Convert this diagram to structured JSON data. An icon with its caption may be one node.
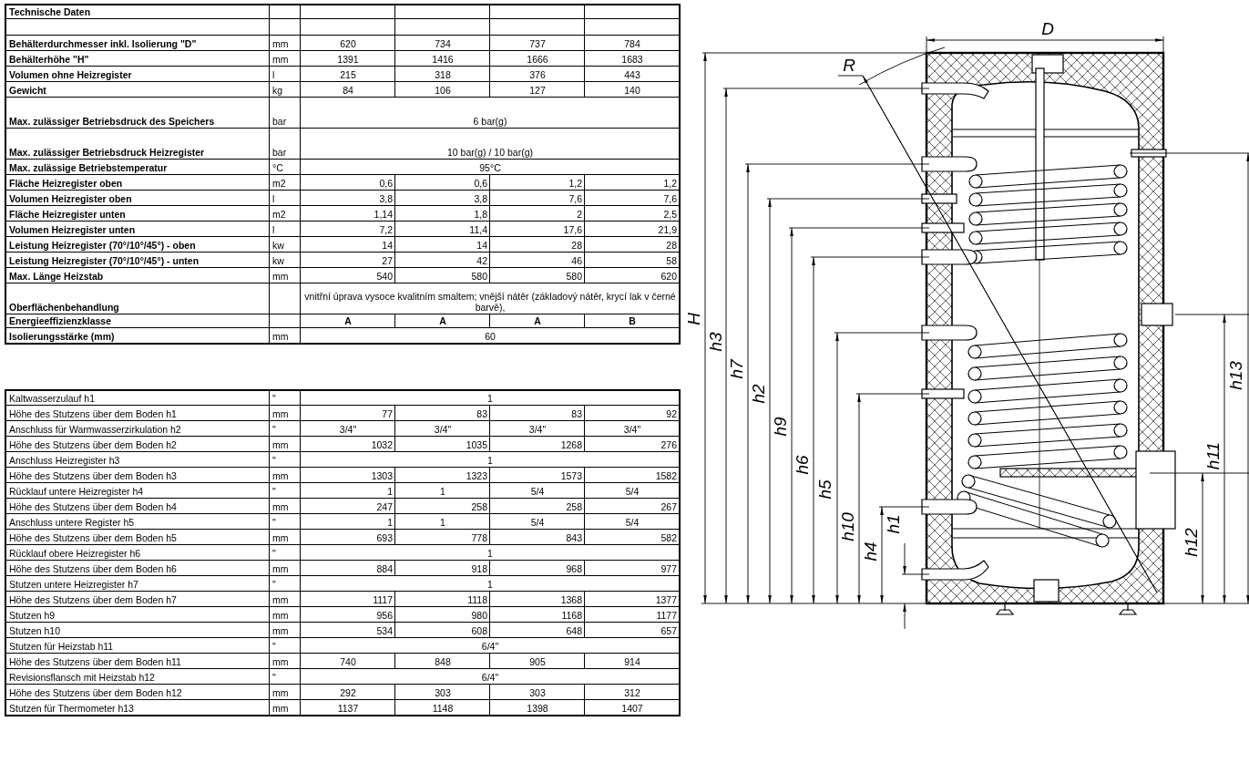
{
  "diagram": {
    "labels": [
      "Technische Daten",
      "Behälterdurchmesser inkl. Isolierung \"D\"",
      "mm",
      "620",
      "734",
      "737",
      "784",
      "Behälterhöhe \"H\"",
      "mm",
      "1391",
      "1416",
      "1666",
      "1683",
      "Volumen ohne Heizregister",
      "l",
      "215",
      "318",
      "376",
      "443",
      "Gewicht",
      "kg",
      "84",
      "106",
      "127",
      "140",
      "Max. zulässiger Betriebsdruck des Speichers",
      "bar",
      "6 bar(g)",
      "Max. zulässiger Betriebsdruck Heizregister",
      "bar",
      "10 bar(g) / 10 bar(g)",
      "Max. zulässige Betriebstemperatur",
      "°C",
      "95°C",
      "Fläche Heizregister oben",
      "m2",
      "0,6",
      "0,6",
      "1,2",
      "1,2",
      "Volumen Heizregister oben",
      "l",
      "3,8",
      "3,8",
      "7,6",
      "7,6",
      "Fläche Heizregister unten",
      "m2",
      "1,14",
      "1,8",
      "2",
      "2,5",
      "Volumen Heizregister unten",
      "l",
      "7,2",
      "11,4",
      "17,6",
      "21,9",
      "Leistung Heizregister (70°/10°/45°) - oben",
      "kw",
      "14",
      "14",
      "28",
      "28",
      "Leistung Heizregister (70°/10°/45°) - unten",
      "kw",
      "27",
      "42",
      "46",
      "58",
      "Max. Länge Heizstab",
      "mm",
      "540",
      "580",
      "580",
      "620",
      "Oberflächenbehandlung",
      "vnitřní úprava vysoce kvalitním smaltem; vnější nátěr (základový nátěr, krycí lak v černé barvě),",
      "Energieeffizienzklasse",
      "A",
      "A",
      "A",
      "B",
      "Isolierungsstärke (mm)",
      "mm",
      "60",
      "Kaltwasserzulauf h1",
      "\"",
      "1",
      "Höhe des Stutzens über dem Boden h1",
      "mm",
      "77",
      "83",
      "83",
      "92",
      "Anschluss für Warmwasserzirkulation h2",
      "\"",
      "3/4\"",
      "3/4\"",
      "3/4\"",
      "3/4\"",
      "Höhe des Stutzens über dem Boden h2",
      "mm",
      "1032",
      "1035",
      "1268",
      "276",
      "Anschluss Heizregister h3",
      "\"",
      "1",
      "Höhe des Stutzens über dem Boden h3",
      "mm",
      "1303",
      "1323",
      "1573",
      "1582",
      "Rücklauf untere Heizregister h4",
      "\"",
      "1",
      "1",
      "5/4",
      "5/4",
      "Höhe des Stutzens über dem Boden h4",
      "mm",
      "247",
      "258",
      "258",
      "267",
      "Anschluss untere Register h5",
      "\"",
      "1",
      "1",
      "5/4",
      "5/4",
      "Höhe des Stutzens über dem Boden h5",
      "mm",
      "693",
      "778",
      "843",
      "582",
      "Rücklauf obere Heizregister h6",
      "\"",
      "1",
      "Höhe des Stutzens über dem Boden h6",
      "mm",
      "884",
      "918",
      "968",
      "977",
      "Stutzen untere Heizregister h7",
      "\"",
      "1",
      "Höhe des Stutzens über dem Boden h7",
      "mm",
      "1117",
      "1118",
      "1368",
      "1377",
      "Stutzen h9",
      "mm",
      "956",
      "980",
      "1168",
      "1177",
      "Stutzen h10",
      "mm",
      "534",
      "608",
      "648",
      "657",
      "Stutzen für Heizstab h11",
      "\"",
      "6/4\"",
      "Höhe des Stutzens über dem Boden h11",
      "mm",
      "740",
      "848",
      "905",
      "914",
      "Revisionsflansch mit Heizstab h12",
      "\"",
      "6/4\"",
      "Höhe des Stutzens über dem Boden h12",
      "mm",
      "292",
      "303",
      "303",
      "312",
      "Stutzen für Thermometer h13",
      "mm",
      "1137",
      "1148",
      "1398",
      "1407",
      "D",
      "R",
      "H",
      "h3",
      "h7",
      "h2",
      "h9",
      "h6",
      "h5",
      "h10",
      "h4",
      "h1",
      "h13",
      "h11",
      "h12"
    ]
  }
}
